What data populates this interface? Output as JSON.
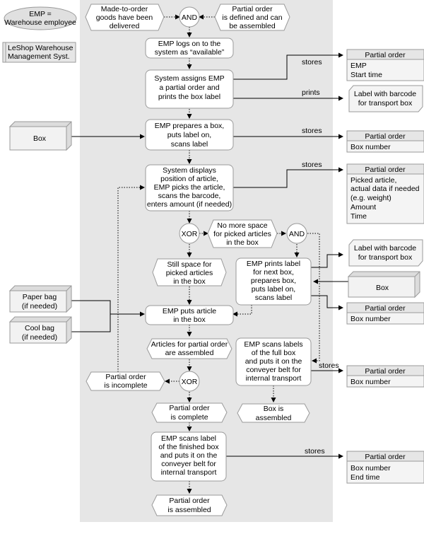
{
  "legend": {
    "emp": [
      "EMP =",
      "Warehouse employee"
    ],
    "system": [
      "LeShop Warehouse",
      "Management Syst."
    ]
  },
  "events": {
    "made_to_order": [
      "Made-to-order",
      "goods have been",
      "delivered"
    ],
    "partial_defined": [
      "Partial order",
      "is defined and can",
      "be assembled"
    ],
    "no_space": [
      "No more space",
      "for picked articles",
      "in the box"
    ],
    "still_space": [
      "Still space for",
      "picked articles",
      "in the box"
    ],
    "articles_assembled": [
      "Articles for partial order",
      "are assembled"
    ],
    "incomplete": [
      "Partial order",
      "is incomplete"
    ],
    "complete": [
      "Partial order",
      "is complete"
    ],
    "box_assembled": [
      "Box is",
      "assembled"
    ],
    "order_assembled": [
      "Partial order",
      "is assembled"
    ]
  },
  "functions": {
    "logs_on": [
      "EMP logs on to the",
      "system as “available”"
    ],
    "assigns": [
      "System assigns EMP",
      "a partial order and",
      "prints the box label"
    ],
    "prepares": [
      "EMP prepares a box,",
      "puts label on,",
      "scans label"
    ],
    "displays": [
      "System displays",
      "position of article,",
      "EMP picks the article,",
      "scans the barcode,",
      "enters amount (if needed)"
    ],
    "prints_next": [
      "EMP prints label",
      "for next box,",
      "prepares box,",
      "puts label on,",
      "scans  label"
    ],
    "puts_article": [
      "EMP puts article",
      "in the box"
    ],
    "scans_full": [
      "EMP scans labels",
      "of the full box",
      "and puts it on the",
      "conveyer belt for",
      "internal transport"
    ],
    "scans_finished": [
      "EMP scans label",
      "of the finished box",
      "and puts it on the",
      "conveyer belt for",
      "internal transport"
    ]
  },
  "connectors": {
    "and": "AND",
    "xor": "XOR"
  },
  "materials": {
    "box": "Box",
    "paper_bag": [
      "Paper bag",
      "(if needed)"
    ],
    "cool_bag": [
      "Cool bag",
      "(if needed)"
    ]
  },
  "documents": {
    "label_barcode": [
      "Label with barcode",
      "for transport box"
    ]
  },
  "info_objects": {
    "po_emp": {
      "title": "Partial order",
      "lines": [
        "EMP",
        "Start time"
      ]
    },
    "po_box1": {
      "title": "Partial order",
      "lines": [
        "Box number"
      ]
    },
    "po_picked": {
      "title": "Picked",
      "lines": [
        "Picked article,",
        "actual data  if needed",
        "(e.g. weight)",
        "Amount",
        "Time"
      ]
    },
    "po_box2": {
      "title": "Partial order",
      "lines": [
        "Box number"
      ]
    },
    "po_box3": {
      "title": "Partial order",
      "lines": [
        "Box number"
      ]
    },
    "po_end": {
      "title": "Partial order",
      "lines": [
        "Box number",
        "End time"
      ]
    }
  },
  "edge_labels": {
    "stores": "stores",
    "prints": "prints"
  }
}
